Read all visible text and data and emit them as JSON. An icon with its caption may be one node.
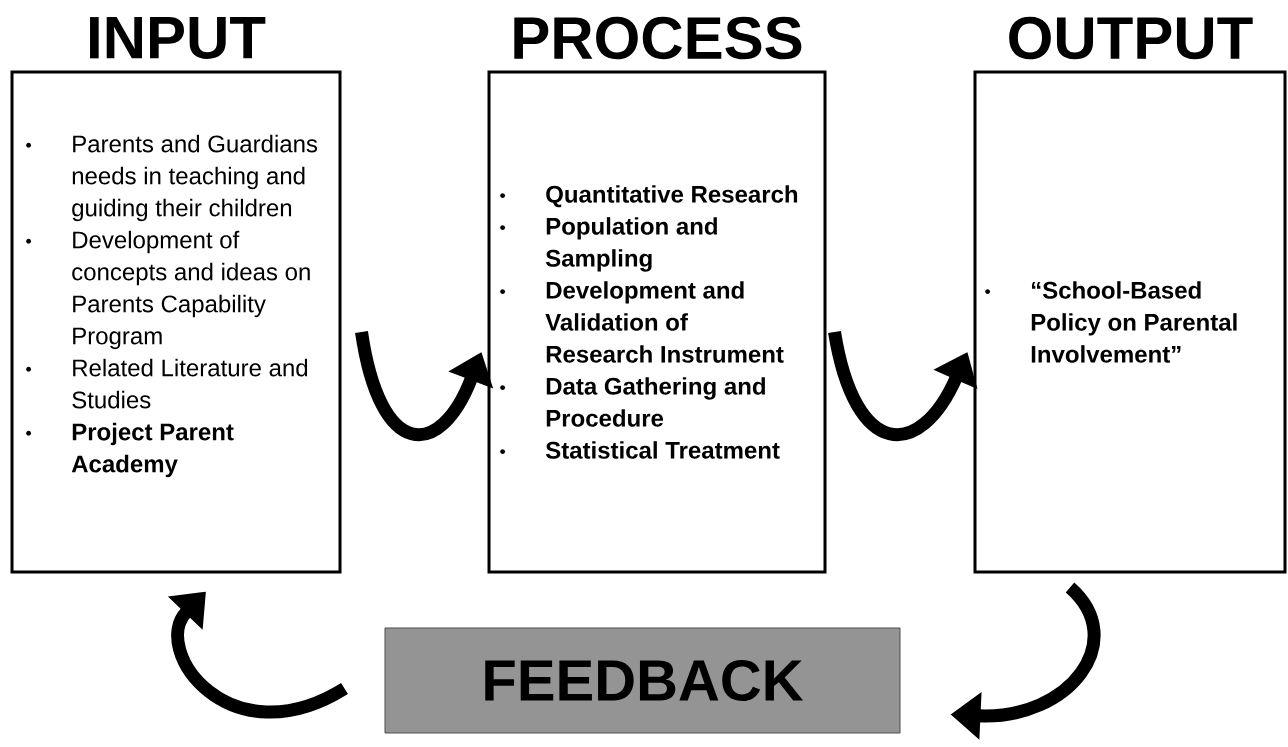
{
  "diagram": {
    "nodes": [
      {
        "text": [
          "INPUT",
          "Parents and Guardians needs in teaching and guiding their children",
          "Development of concepts and ideas on Parents Capability Program",
          "Related Literature and Studies",
          "Project Parent Academy"
        ]
      },
      {
        "text": [
          "PROCESS",
          "Quantitative Research",
          "Population and Sampling",
          "Development and Validation of Research Instrument",
          "Data Gathering and Procedure",
          "Statistical Treatment"
        ]
      },
      {
        "text": [
          "OUTPUT",
          "“School-Based Policy on Parental Involvement”"
        ]
      },
      {
        "text": [
          "FEEDBACK"
        ]
      }
    ],
    "edges": [
      {
        "from": 0,
        "to": 1,
        "arrow": "to"
      },
      {
        "from": 1,
        "to": 2,
        "arrow": "to"
      },
      {
        "from": 2,
        "to": 3,
        "arrow": "to"
      },
      {
        "from": 3,
        "to": 0,
        "arrow": "to"
      }
    ]
  }
}
